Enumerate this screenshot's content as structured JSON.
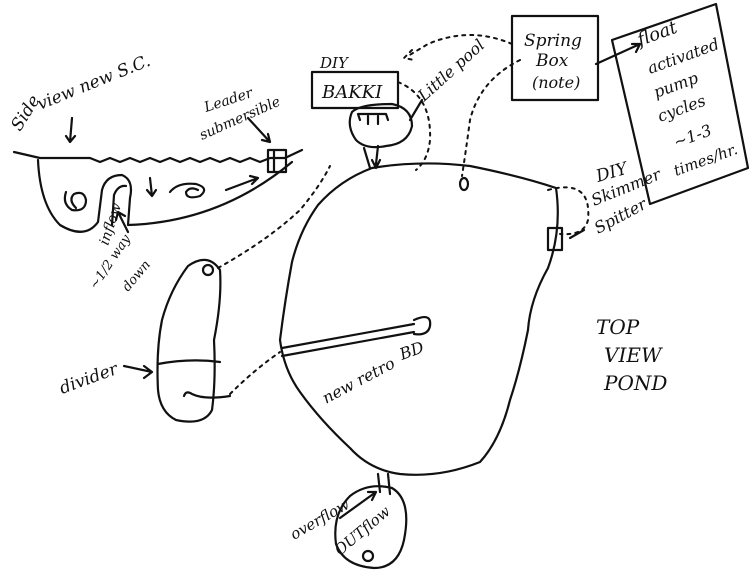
{
  "labels": {
    "side_view_1": "Side",
    "side_view_2": "view new S.C.",
    "leader": "Leader",
    "submersible": "submersible",
    "inflow_1": "inflow",
    "inflow_2": "~1/2 way",
    "inflow_3": "down",
    "diy_top": "DIY",
    "bakki": "BAKKI",
    "little_pool": "Little pool",
    "spring_box_1": "Spring",
    "spring_box_2": "Box",
    "spring_box_3": "(note)",
    "float_1": "float",
    "float_2": "activated",
    "float_3": "pump",
    "float_4": "cycles",
    "float_5": "~1-3",
    "float_6": "times/hr.",
    "diy_skimmer_1": "DIY",
    "diy_skimmer_2": "Skimmer",
    "diy_skimmer_3": "Spitter",
    "top_1": "TOP",
    "top_2": "VIEW",
    "top_3": "POND",
    "divider": "divider",
    "bd": "BD",
    "new_retro": "new retro",
    "overflow": "overflow",
    "outflow": "OUTflow"
  }
}
